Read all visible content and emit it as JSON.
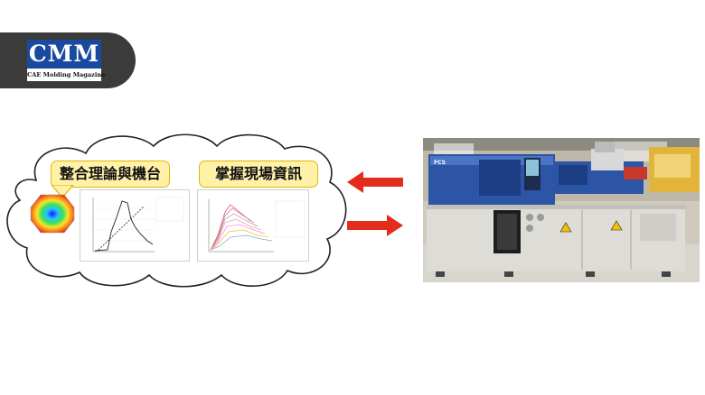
{
  "logo": {
    "title": "CMM",
    "subtitle": "CAE Molding Magazine"
  },
  "cloud": {
    "badges": [
      "整合理論與機台",
      "掌握現場資訊"
    ]
  },
  "colors": {
    "logo_bar": "#3b3b3b",
    "logo_blue": "#1a4aa0",
    "badge_fill": "#fff2a8",
    "badge_border": "#e0b800",
    "arrow_red": "#e32b1e",
    "cloud_outline": "#222222"
  },
  "icons": [
    "contour-plot-icon",
    "arrow-left-icon",
    "arrow-right-icon"
  ]
}
